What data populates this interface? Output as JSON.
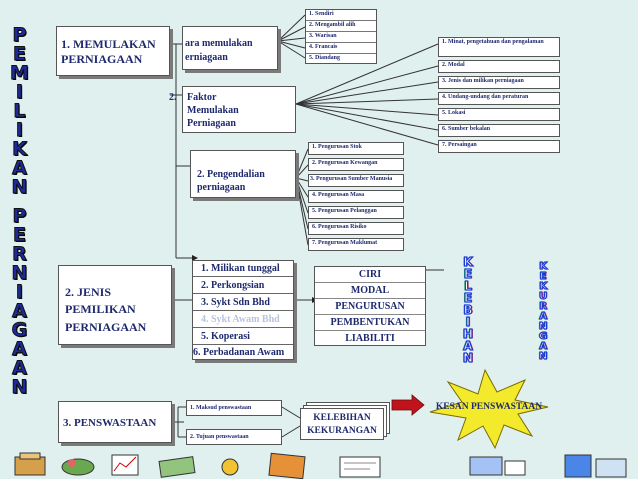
{
  "left_title_letters": [
    "P",
    "E",
    "M",
    "I",
    "L",
    "I",
    "K",
    "A",
    "N",
    " ",
    "P",
    "E",
    "R",
    "N",
    "I",
    "A",
    "G",
    "A",
    "A",
    "N"
  ],
  "kelebihan_letters": [
    "K",
    "E",
    "L",
    "E",
    "B",
    "I",
    "H",
    "A",
    "N"
  ],
  "kekurangan_letters": [
    "K",
    "E",
    "K",
    "U",
    "R",
    "A",
    "N",
    "G",
    "A",
    "N"
  ],
  "sections": {
    "memulakan": "1.  MEMULAKAN PERNIAGAAN",
    "jenis": "2. JENIS PEMILIKAN PERNIAGAAN",
    "penswastaan": "3. PENSWASTAAN"
  },
  "cara_memulakan": "ara memulakan erniagaan",
  "cara_list": [
    "1. Sendiri",
    "2. Mengambil alih",
    "3. Warisan",
    "4. Francais",
    "5. Diandang"
  ],
  "faktor": {
    "num": "2.",
    "label": "Faktor Memulakan Perniagaan"
  },
  "faktor_list": [
    "1. Minat, pengetahuan dan pengalaman",
    "2. Modal",
    "3. Jenis dan milikan perniagaan",
    "4. Undang-undang dan peraturan",
    "5. Lokasi",
    "6. Sumber bekalan",
    "7. Persaingan"
  ],
  "pengendalian": "2. Pengendalian perniagaan",
  "pengurusan_list": [
    "1. Pengurusan Stok",
    "2. Pengurusan Kewangan",
    "3. Pengurusan Sumber Manusia",
    "4. Pengurusan Masa",
    "5. Pengurusan Pelanggan",
    "6. Pengurusan Risiko",
    "7. Pengurusan Maklumat"
  ],
  "milikan_list": [
    "1.  Milikan tunggal",
    "2.  Perkongsian",
    "3.  Sykt Sdn Bhd",
    "4.  Sykt Awam Bhd",
    "5.  Koperasi",
    "6.  Perbadanan Awam"
  ],
  "ciri_list": [
    "CIRI",
    "MODAL",
    "PENGURUSAN",
    "PEMBENTUKAN",
    "LIABILITI"
  ],
  "penswastaan_list": [
    "1. Maksud penswastaan",
    "2. Tujuan penswastaan"
  ],
  "kelebihan_kekurangan": "KELEBIHAN KEKURANGAN",
  "kesan": "KESAN PENSWASTAAN",
  "colors": {
    "title_blue": "#1e2a9a",
    "text_navy": "#1f2a6e",
    "faded": "#b6c4dc",
    "burst": "#f2ea2a",
    "arrow_red": "#c0131b",
    "background": "#dff0ef"
  },
  "icons": [
    "box-icon",
    "food-icon",
    "chart-icon",
    "money-icon",
    "notebook-icon",
    "card-icon",
    "book-icon",
    "printer-icon"
  ]
}
